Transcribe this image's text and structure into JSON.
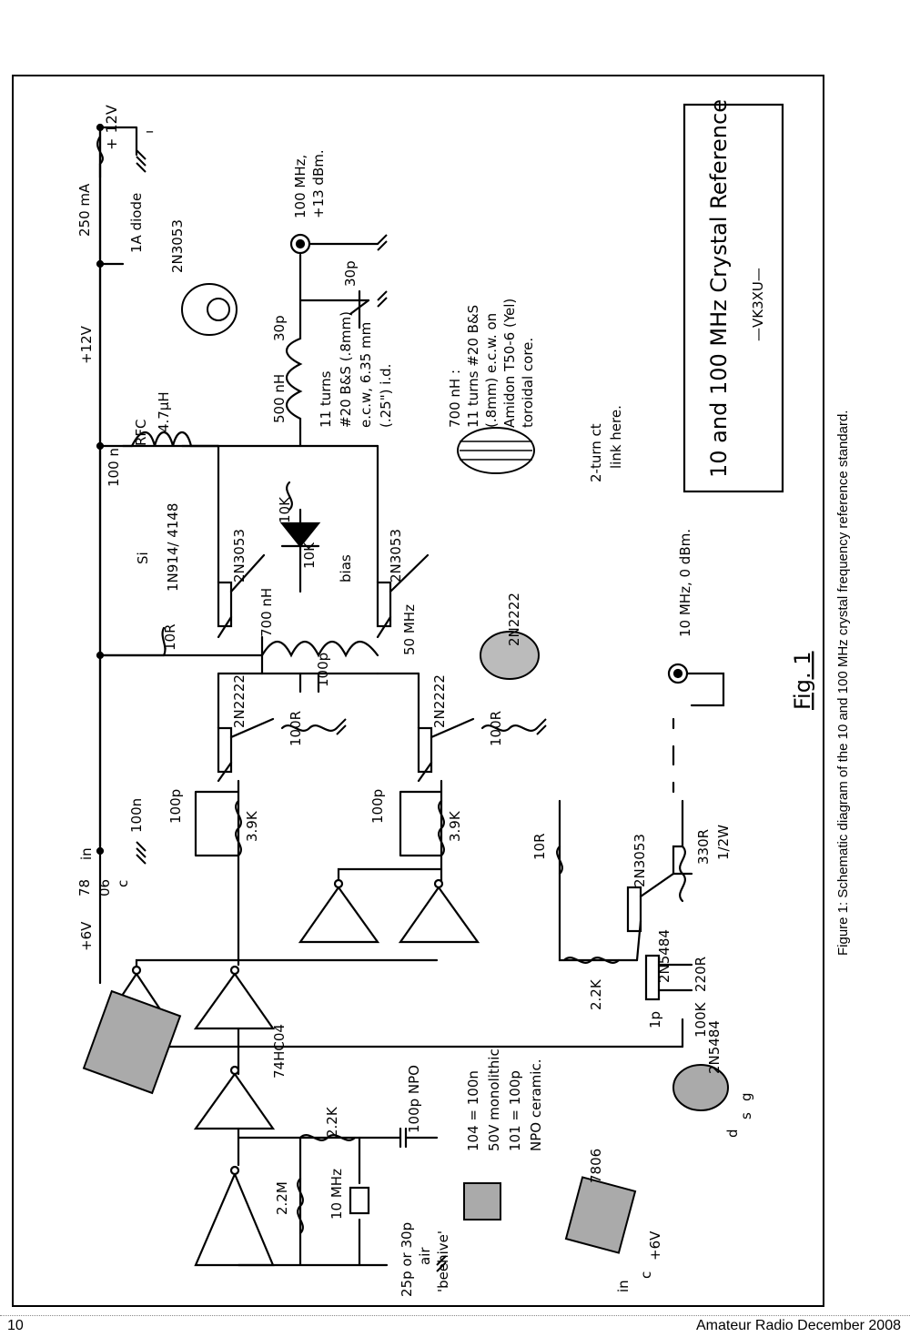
{
  "figure": {
    "title": "10 and 100 MHz Crystal Reference",
    "author": "—VK3XU—",
    "fig_label": "Fig. 1",
    "caption": "Figure 1: Schematic diagram of the 10 and 100 MHz crystal frequency reference standard."
  },
  "labels": {
    "supply_plus": "+ 12V",
    "supply_minus": "–",
    "fuse": "250 mA",
    "diode": "1A diode",
    "rail_12v": "+12V",
    "rail_6v": "+6V",
    "reg_in": "in",
    "reg_top": "78",
    "reg_bottom": "06",
    "reg_c": "c",
    "cap_100n": "100n",
    "rfc": "RFC",
    "rfc_value": "4.7µH",
    "cap_100n_v": "100 n",
    "out_100": "100 MHz,",
    "out_100_level": "+13 dBm.",
    "out_10": "10 MHz, 0 dBm.",
    "l500": "500 nH",
    "c30p": "30p",
    "c30p_trim": "30p",
    "coil_note_1": "11 turns",
    "coil_note_2": "#20 B&S (.8mm)",
    "coil_note_3": "e.c.w, 6.35 mm",
    "coil_note_4": "(.25\") i.d.",
    "toroid_note_1": "700 nH :",
    "toroid_note_2": "11 turns #20 B&S",
    "toroid_note_3": "(.8mm) e.c.w. on",
    "toroid_note_4": "Amidon T50-6 (Yel)",
    "toroid_note_5": "toroidal core.",
    "link_note_1": "2-turn ct",
    "link_note_2": "link here.",
    "q_2n3053_a": "2N3053",
    "q_2n3053_b": "2N3053",
    "q_2n3053_c": "2N3053",
    "q_2n3053_pin": "2N3053",
    "q_2n2222_a": "2N2222",
    "q_2n2222_b": "2N2222",
    "q_2n2222_pin": "2N2222",
    "q_2n5484": "2N5484",
    "q_2n5484_pin": "2N5484",
    "ic": "74HC04",
    "r10k_a": "10K",
    "r10k_b": "10K",
    "bias": "bias",
    "diode_si": "Si",
    "diode_type": "1N914/ 4148",
    "r10r_a": "10R",
    "r10r_b": "10R",
    "l700": "700 nH",
    "freq_50": "50 MHz",
    "c100p_a": "100p",
    "c100p_b": "100p",
    "c100p_c": "100p",
    "r3k9_a": "3.9K",
    "r3k9_b": "3.9K",
    "r100r_a": "100R",
    "r100r_b": "100R",
    "r2k2_a": "2.2K",
    "r2k2_b": "2.2K",
    "r2m2": "2.2M",
    "xtal": "10 MHz",
    "c100p_npo": "100p NPO",
    "c_trim_1": "25p or 30p",
    "c_trim_2": "air",
    "c_trim_3": "'beehive'",
    "cap_note_1": "104 = 100n",
    "cap_note_2": "50V monolithic",
    "cap_note_3": "101 = 100p",
    "cap_note_4": "NPO ceramic.",
    "r330r": "330R",
    "r330r_w": "1/2W",
    "r220r": "220R",
    "r100k": "100K",
    "c1p": "1p",
    "reg_pkg": "7806",
    "reg_pin_in": "in",
    "reg_pin_c": "c",
    "reg_pin_out": "+6V",
    "fet_d": "d",
    "fet_s": "s",
    "fet_g": "g"
  },
  "footer": {
    "page": "10",
    "journal": "Amateur Radio  December 2008"
  }
}
